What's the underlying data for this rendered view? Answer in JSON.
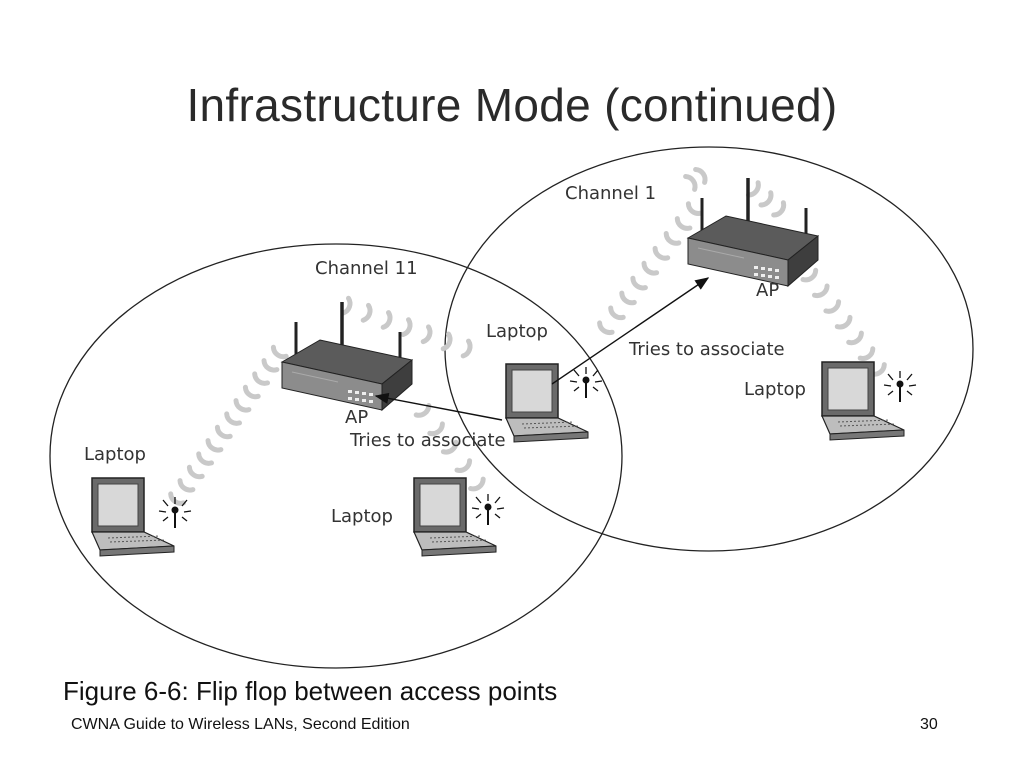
{
  "slide": {
    "title": "Infrastructure Mode (continued)",
    "caption": "Figure 6-6: Flip flop between access points",
    "footer": "CWNA Guide to Wireless LANs, Second Edition",
    "page_number": "30"
  },
  "diagram": {
    "left_cell": {
      "channel_label": "Channel 11",
      "ap_label": "AP",
      "associate_label": "Tries to associate",
      "laptop_left_label": "Laptop",
      "laptop_bottom_label": "Laptop"
    },
    "right_cell": {
      "channel_label": "Channel 1",
      "ap_label": "AP",
      "associate_label": "Tries to associate",
      "laptop_label": "Laptop"
    },
    "center_laptop_label": "Laptop"
  }
}
